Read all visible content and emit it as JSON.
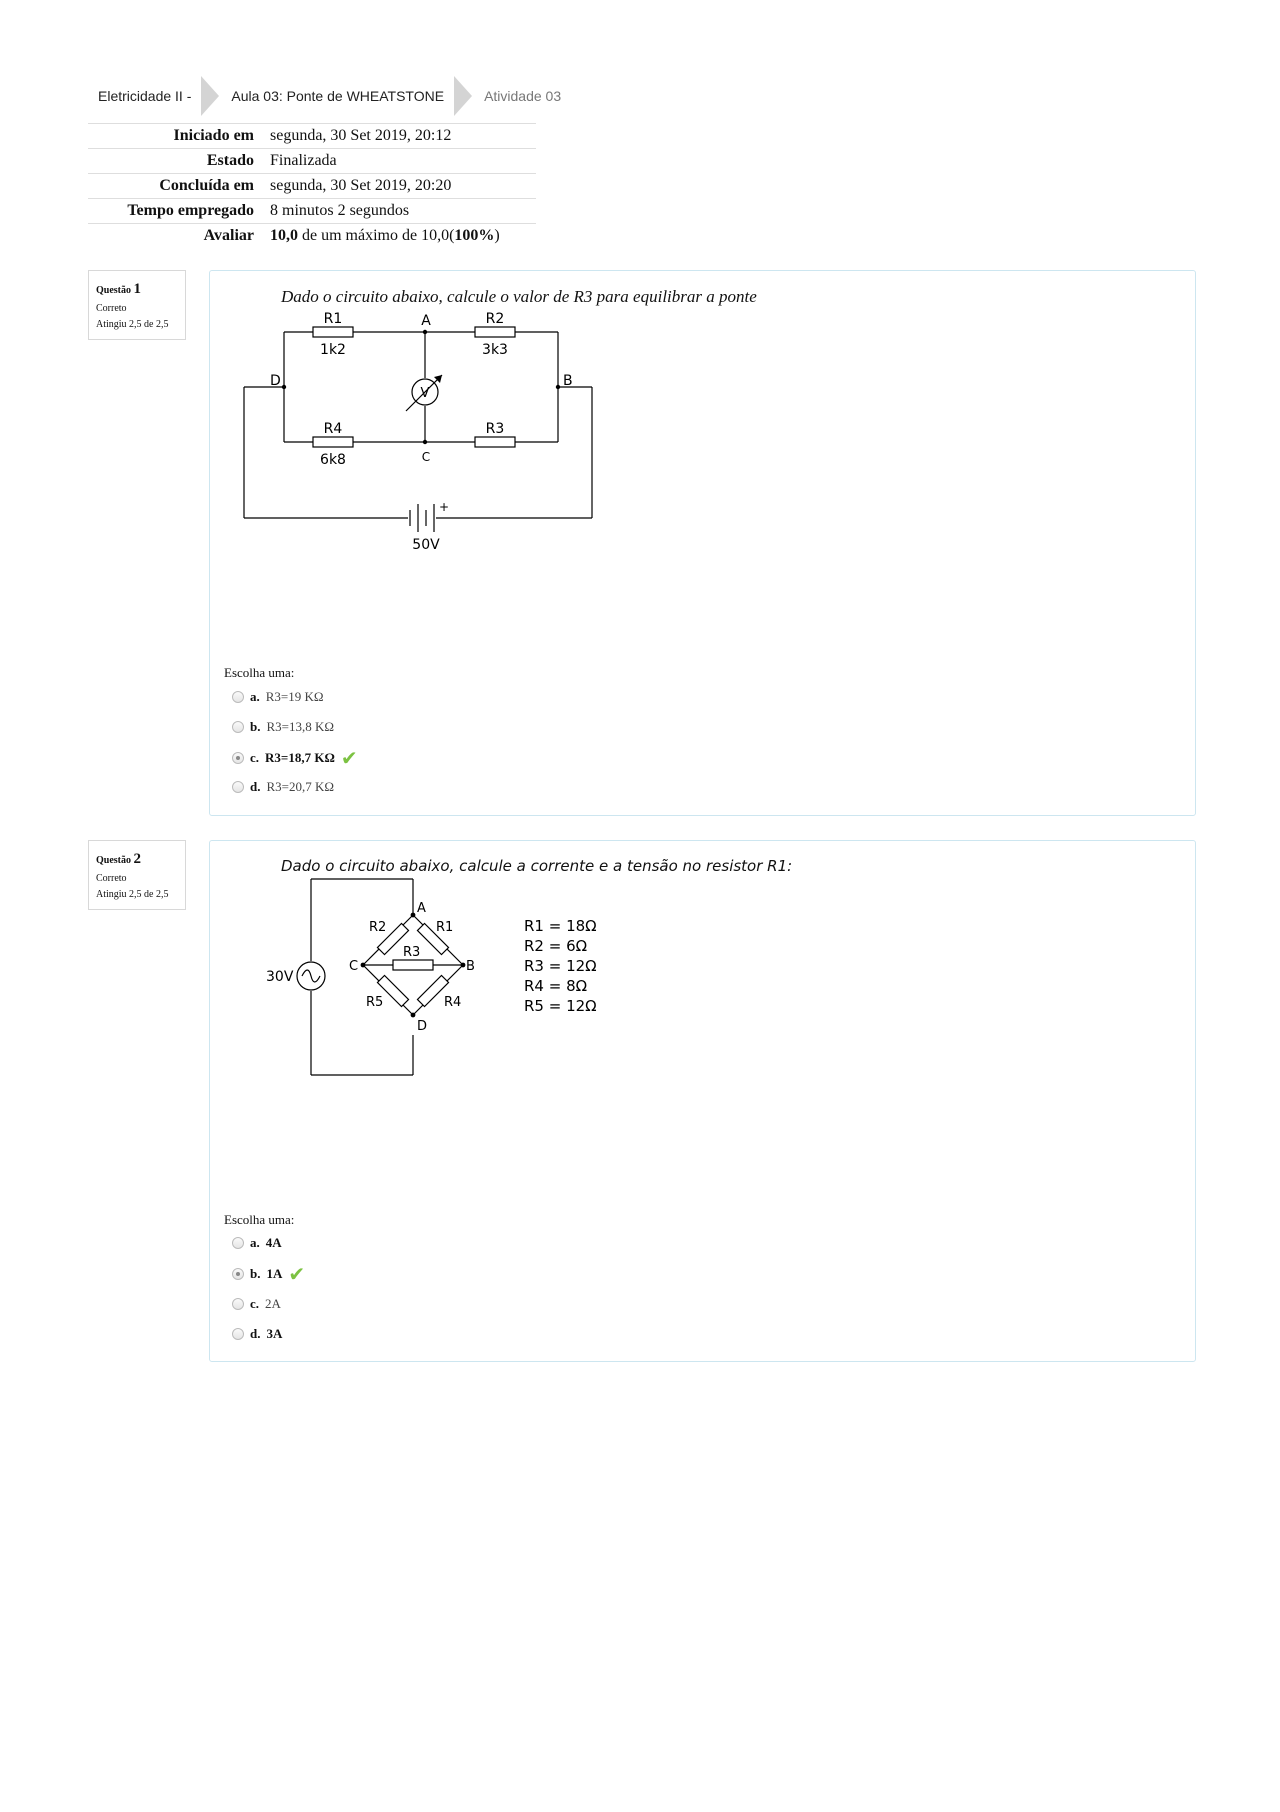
{
  "breadcrumb": [
    "Eletricidade II -",
    "Aula 03: Ponte de WHEATSTONE",
    "Atividade 03"
  ],
  "summary": [
    {
      "label": "Iniciado em",
      "value": "segunda, 30 Set 2019, 20:12"
    },
    {
      "label": "Estado",
      "value": "Finalizada"
    },
    {
      "label": "Concluída em",
      "value": "segunda, 30 Set 2019, 20:20"
    },
    {
      "label": "Tempo empregado",
      "value": "8 minutos 2 segundos"
    },
    {
      "label": "Avaliar",
      "grade": "10,0",
      "middle": " de um máximo de 10,0(",
      "percent": "100%",
      "end": ")"
    }
  ],
  "questions": [
    {
      "prefix": "Questão",
      "number": "1",
      "status": "Correto",
      "score": "Atingiu 2,5 de 2,5",
      "text": "Dado o circuito abaixo, calcule o valor de R3 para equilibrar a ponte",
      "circuit_labels": {
        "r1": "R1",
        "r1v": "1k2",
        "r2": "R2",
        "r2v": "3k3",
        "r3": "R3",
        "r4": "R4",
        "r4v": "6k8",
        "a": "A",
        "b": "B",
        "c": "C",
        "d": "D",
        "v": "V",
        "battery": "50V",
        "plus": "+"
      },
      "choose": "Escolha uma:",
      "answers": [
        {
          "letter": "a.",
          "text": "R3=19 KΩ"
        },
        {
          "letter": "b.",
          "text": "R3=13,8 KΩ"
        },
        {
          "letter": "c.",
          "text": "R3=18,7 KΩ",
          "selected": true,
          "check": "✔"
        },
        {
          "letter": "d.",
          "text": "R3=20,7 KΩ"
        }
      ]
    },
    {
      "prefix": "Questão",
      "number": "2",
      "status": "Correto",
      "score": "Atingiu 2,5 de 2,5",
      "text": "Dado o circuito abaixo, calcule a corrente e a tensão no resistor R1:",
      "circuit_labels": {
        "a": "A",
        "b": "B",
        "c": "C",
        "d": "D",
        "r1": "R1",
        "r2": "R2",
        "r3": "R3",
        "r4": "R4",
        "r5": "R5",
        "source": "30V"
      },
      "values": [
        "R1 = 18Ω",
        "R2 = 6Ω",
        "R3 = 12Ω",
        "R4 = 8Ω",
        "R5 = 12Ω"
      ],
      "choose": "Escolha uma:",
      "answers": [
        {
          "letter": "a.",
          "text": "4A"
        },
        {
          "letter": "b.",
          "text": "1A",
          "selected": true,
          "check": "✔"
        },
        {
          "letter": "c.",
          "text": "2A"
        },
        {
          "letter": "d.",
          "text": "3A"
        }
      ]
    }
  ]
}
